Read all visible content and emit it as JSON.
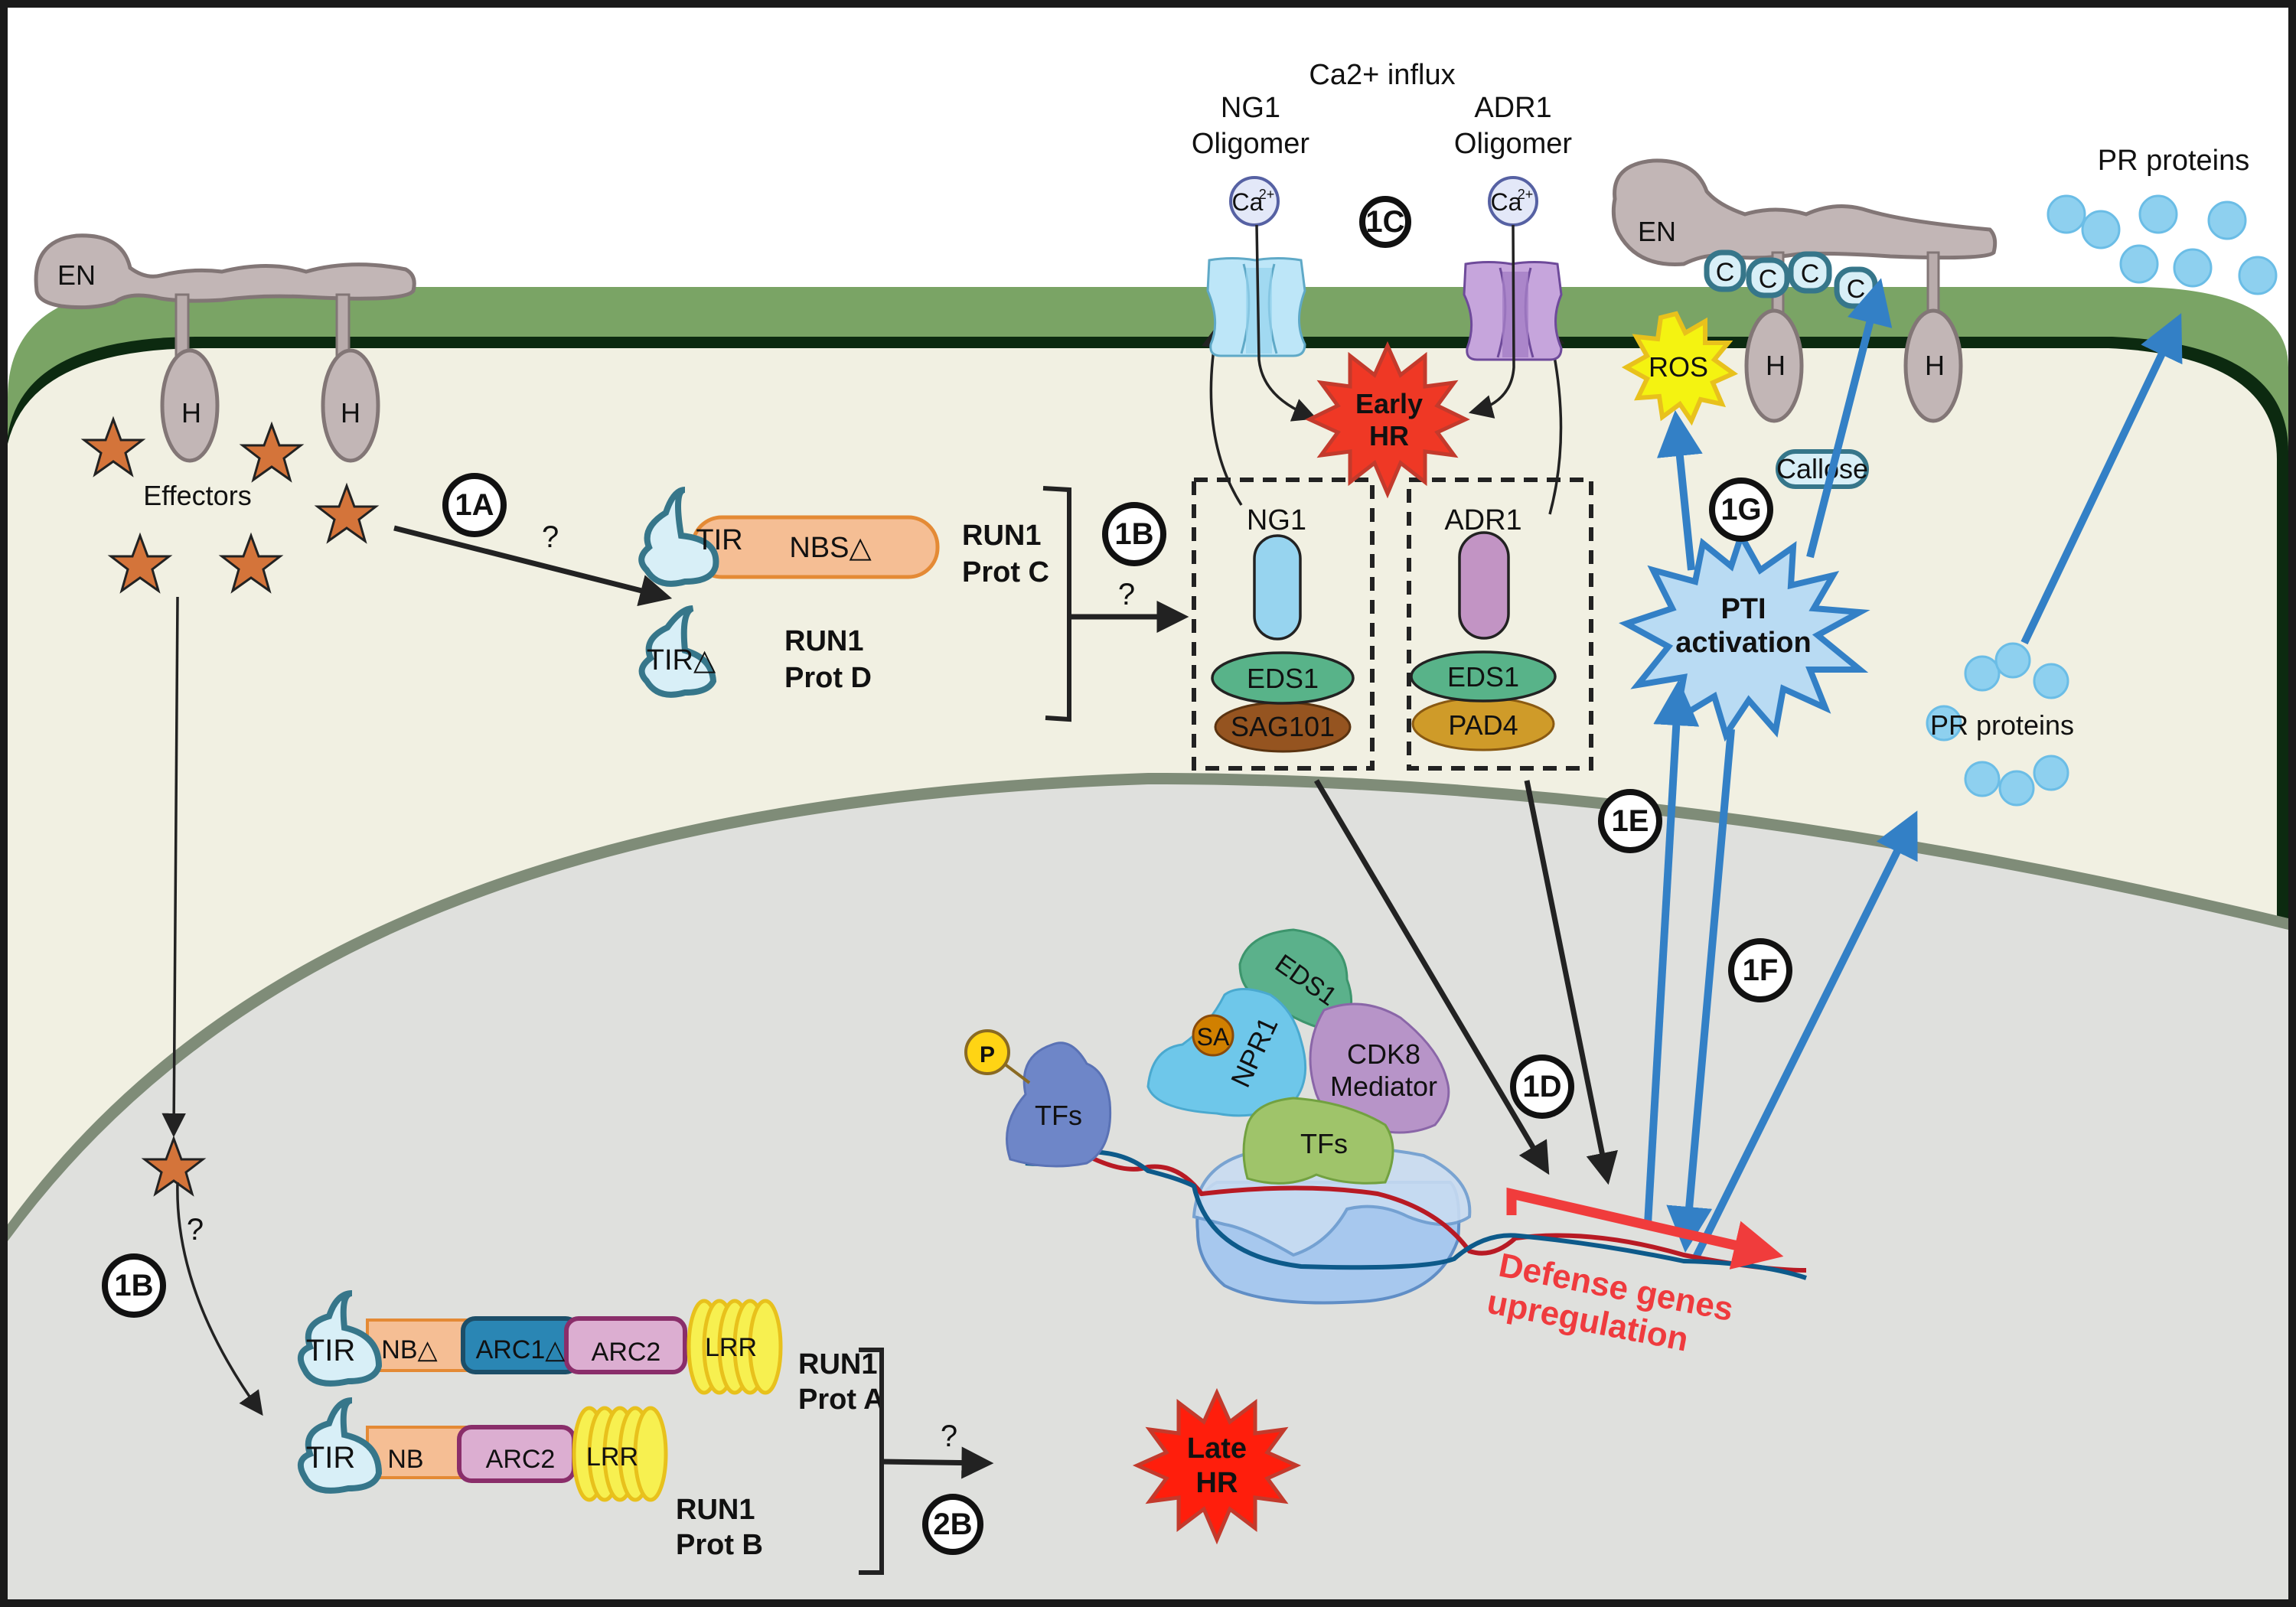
{
  "figure": {
    "title": "RUN1-mediated immune signaling in plant cell",
    "colors": {
      "apoplast": "#ffffff",
      "cell_wall": "#7aa465",
      "plasma_membrane": "#0c2a10",
      "cytoplasm": "#f1f0e2",
      "nucleus": "#dfe0dd",
      "nuclear_envelope": "#7f8c78",
      "dark_arrow": "#222222",
      "blue_arrow": "#3380c6",
      "hr_red": "#ff2a12",
      "defense_text": "#ef3b3e",
      "effector": "#d4743a"
    }
  },
  "extracellular": {
    "haustorium_left": {
      "en_label": "EN",
      "h_labels": [
        "H",
        "H"
      ]
    },
    "haustorium_right": {
      "en_label": "EN",
      "h_labels": [
        "H",
        "H"
      ],
      "c_labels": [
        "C",
        "C",
        "C",
        "C"
      ]
    },
    "ca_influx_label": "Ca2+ influx",
    "ng1_oligomer": {
      "line1": "NG1",
      "line2": "Oligomer",
      "ion": "Ca",
      "ion_sup": "2+"
    },
    "adr1_oligomer": {
      "line1": "ADR1",
      "line2": "Oligomer",
      "ion": "Ca",
      "ion_sup": "2+"
    },
    "pr_proteins_label": "PR proteins"
  },
  "cytoplasm": {
    "effectors_label": "Effectors",
    "question": "?",
    "run1_prot_c": {
      "tir": "TIR",
      "nbs": "NBS△",
      "name1": "RUN1",
      "name2": "Prot C"
    },
    "run1_prot_d": {
      "tir": "TIR△",
      "name1": "RUN1",
      "name2": "Prot D"
    },
    "ng1_complex": {
      "helper": "NG1",
      "eds1": "EDS1",
      "partner": "SAG101"
    },
    "adr1_complex": {
      "helper": "ADR1",
      "eds1": "EDS1",
      "partner": "PAD4"
    },
    "early_hr": {
      "line1": "Early",
      "line2": "HR"
    },
    "ros_label": "ROS",
    "callose_label": "Callose",
    "pti": {
      "line1": "PTI",
      "line2": "activation"
    },
    "pr_proteins_label": "PR proteins"
  },
  "nucleus": {
    "phospho": "P",
    "tfs_left": "TFs",
    "tfs_right": "TFs",
    "eds1": "EDS1",
    "sa": "SA",
    "npr1": "NPR1",
    "cdk8": {
      "line1": "CDK8",
      "line2": "Mediator"
    },
    "defense": {
      "line1": "Defense genes",
      "line2": "upregulation"
    },
    "run1_prot_a": {
      "tir": "TIR",
      "nb": "NB△",
      "arc1": "ARC1△",
      "arc2": "ARC2",
      "lrr": "LRR",
      "name1": "RUN1",
      "name2": "Prot A"
    },
    "run1_prot_b": {
      "tir": "TIR",
      "nb": "NB",
      "arc2": "ARC2",
      "lrr": "LRR",
      "name1": "RUN1",
      "name2": "Prot B"
    },
    "late_hr": {
      "line1": "Late",
      "line2": "HR"
    }
  },
  "badges": {
    "b1A": "1A",
    "b1B_top": "1B",
    "b1B_bottom": "1B",
    "b1C": "1C",
    "b1D": "1D",
    "b1E": "1E",
    "b1F": "1F",
    "b1G": "1G",
    "b2B": "2B"
  }
}
